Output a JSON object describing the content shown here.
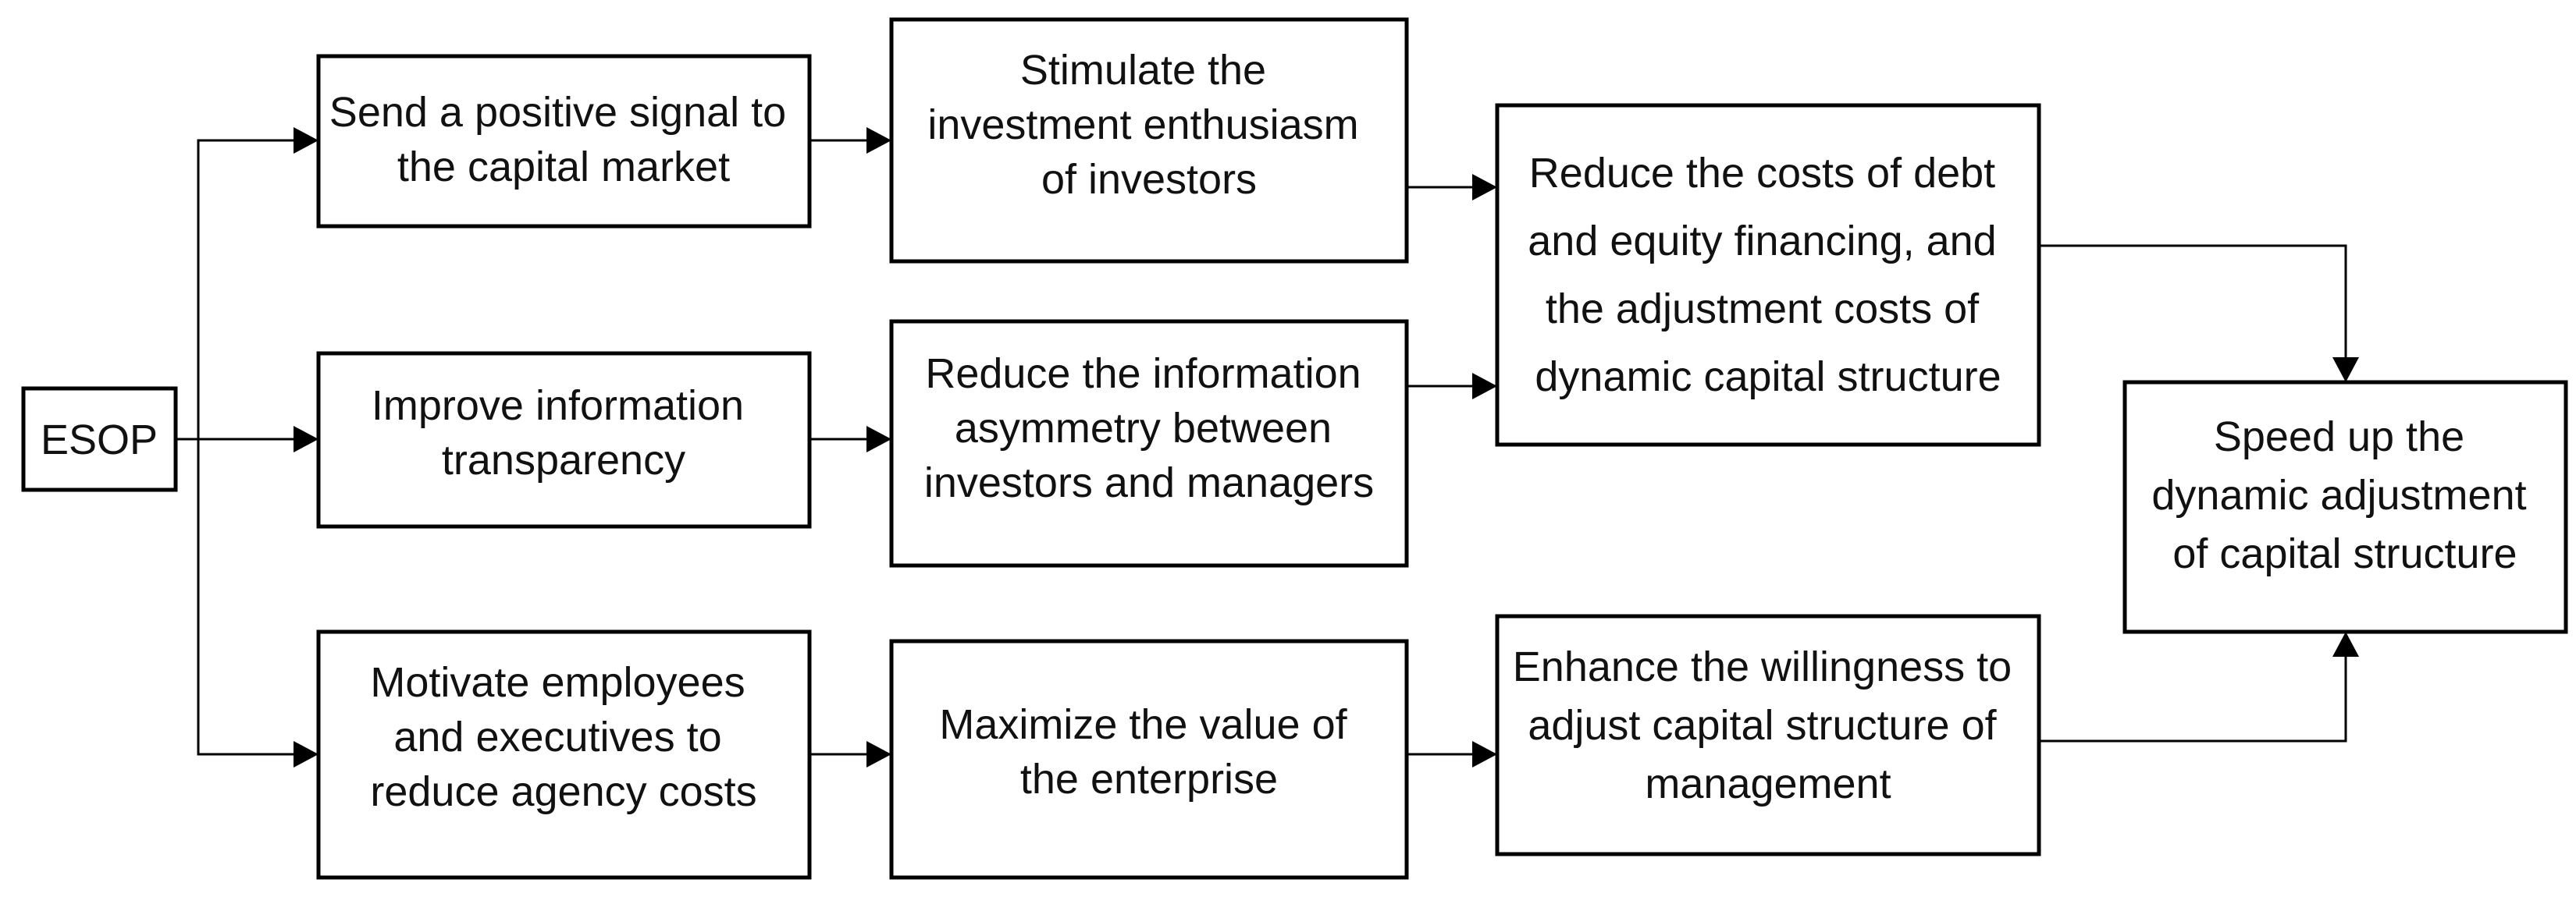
{
  "diagram": {
    "nodes": {
      "esop": {
        "lines": [
          "ESOP"
        ]
      },
      "signal": {
        "lines": [
          "Send a positive signal to",
          "the capital market"
        ]
      },
      "transparency": {
        "lines": [
          "Improve information",
          "transparency"
        ]
      },
      "motivate": {
        "lines": [
          "Motivate employees",
          "and executives to",
          "reduce agency costs"
        ]
      },
      "stimulate": {
        "lines": [
          "Stimulate the",
          "investment enthusiasm",
          "of investors"
        ]
      },
      "asymmetry": {
        "lines": [
          "Reduce the  information",
          "asymmetry between",
          "investors and managers"
        ]
      },
      "maximize": {
        "lines": [
          "Maximize the value of",
          "the enterprise"
        ]
      },
      "costs": {
        "lines": [
          "Reduce the costs of debt",
          "and equity financing, and",
          "the adjustment costs of",
          "dynamic capital structure"
        ]
      },
      "willingness": {
        "lines": [
          "Enhance the willingness to",
          "adjust capital structure of",
          "management"
        ]
      },
      "speedup": {
        "lines": [
          "Speed up the",
          "dynamic adjustment",
          "of  capital structure"
        ]
      }
    },
    "edges": [
      [
        "esop",
        "signal"
      ],
      [
        "esop",
        "transparency"
      ],
      [
        "esop",
        "motivate"
      ],
      [
        "signal",
        "stimulate"
      ],
      [
        "transparency",
        "asymmetry"
      ],
      [
        "motivate",
        "maximize"
      ],
      [
        "stimulate",
        "costs"
      ],
      [
        "asymmetry",
        "costs"
      ],
      [
        "maximize",
        "willingness"
      ],
      [
        "costs",
        "speedup"
      ],
      [
        "willingness",
        "speedup"
      ]
    ]
  }
}
